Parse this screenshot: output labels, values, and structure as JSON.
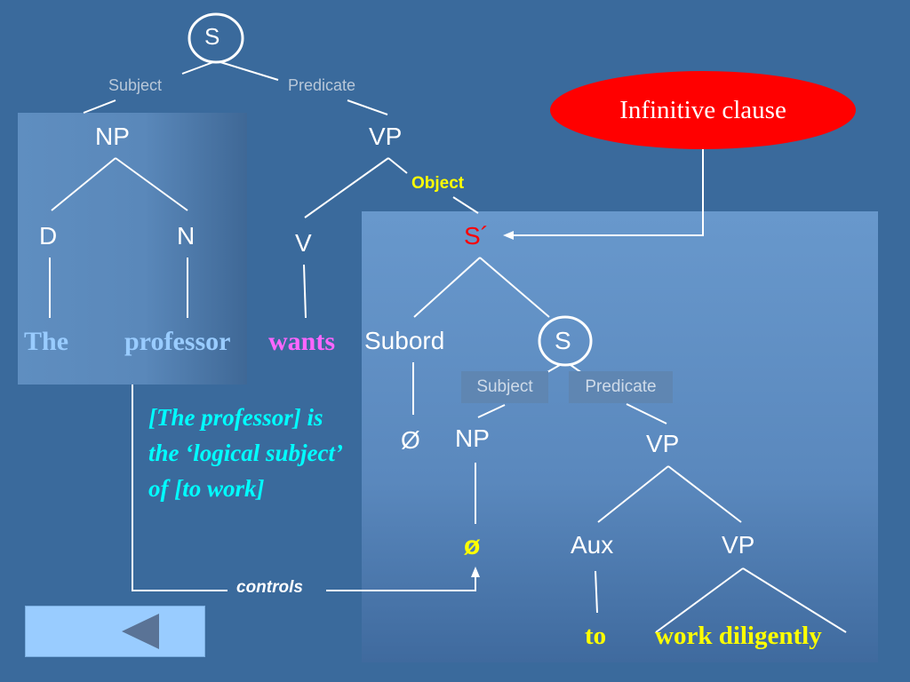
{
  "tree": {
    "s_top": "S",
    "subject_top": "Subject",
    "predicate_top": "Predicate",
    "np": "NP",
    "vp": "VP",
    "d": "D",
    "n": "N",
    "v": "V",
    "object": "Object",
    "s_prime": "S´",
    "subord": "Subord",
    "s_inner": "S",
    "subject_inner": "Subject",
    "predicate_inner": "Predicate",
    "null1": "Ø",
    "np_inner": "NP",
    "vp_inner": "VP",
    "null2": "ø",
    "aux": "Aux",
    "vp_lower": "VP"
  },
  "words": {
    "the": "The",
    "professor": "professor",
    "wants": "wants",
    "to": "to",
    "work_diligently": "work diligently"
  },
  "callout": "Infinitive clause",
  "note": "[The professor] is the ‘logical subject’ of [to work]",
  "controls": "controls",
  "colors": {
    "background": "#3a6a9c",
    "callout": "#ff0000",
    "note": "#00ffff",
    "object_label": "#ffff00",
    "s_prime": "#ff0000",
    "the_professor": "#99ccff",
    "wants": "#ff66ff",
    "to_work": "#ffff00"
  },
  "nav": {
    "back_icon": "triangle-left"
  }
}
